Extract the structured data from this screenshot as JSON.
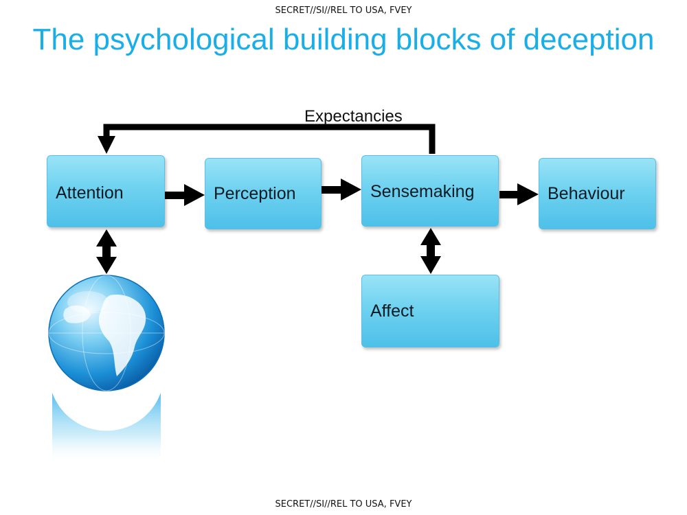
{
  "classification_top": "SECRET//SI//REL TO USA, FVEY",
  "classification_bottom": "SECRET//SI//REL TO USA, FVEY",
  "title": "The psychological building blocks of deception",
  "diagram": {
    "nodes": {
      "attention": "Attention",
      "perception": "Perception",
      "sensemaking": "Sensemaking",
      "behaviour": "Behaviour",
      "affect": "Affect"
    },
    "feedback_label": "Expectancies",
    "edges": [
      {
        "from": "attention",
        "to": "perception",
        "type": "arrow"
      },
      {
        "from": "perception",
        "to": "sensemaking",
        "type": "arrow"
      },
      {
        "from": "sensemaking",
        "to": "behaviour",
        "type": "arrow"
      },
      {
        "from": "sensemaking",
        "to": "attention",
        "type": "feedback-arrow",
        "label": "Expectancies"
      },
      {
        "from": "sensemaking",
        "to": "affect",
        "type": "double-arrow"
      },
      {
        "from": "attention",
        "to": "world",
        "type": "double-arrow"
      }
    ],
    "world_image": "globe-icon"
  },
  "colors": {
    "title": "#1aaee8",
    "box_fill": "#6fd2f0",
    "arrow": "#000000"
  }
}
